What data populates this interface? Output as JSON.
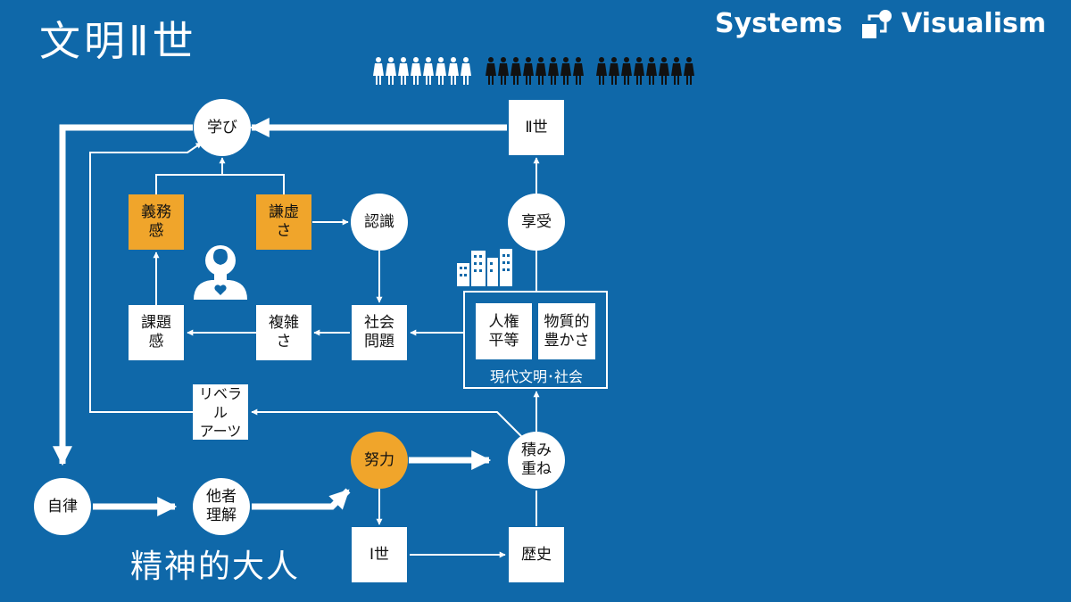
{
  "header": {
    "title": "文明Ⅱ世"
  },
  "brand": {
    "left": "Systems",
    "right": "Visualism"
  },
  "nodes": {
    "manabi": "学び",
    "nisei": "Ⅱ世",
    "gimukan": "義務\n感",
    "kenkyo": "謙虚\nさ",
    "ninshiki": "認識",
    "kyoju": "享受",
    "kadaikan": "課題\n感",
    "fukuzatsu": "複雑\nさ",
    "shakai_mondai": "社会\n問題",
    "jinken": "人権\n平等",
    "busshitsu": "物質的\n豊かさ",
    "liberal": "リベラル\nアーツ",
    "doryoku": "努力",
    "tsumikasane": "積み\n重ね",
    "jiritsu": "自律",
    "tasha": "他者\n理解",
    "issei": "Ⅰ世",
    "rekishi": "歴史"
  },
  "labels": {
    "modern_society": "現代文明･社会",
    "mature_adult": "精神的大人"
  },
  "icons": {
    "people_row": "people-row-icon",
    "head_heart": "head-heart-icon",
    "buildings": "buildings-icon",
    "logo_mark": "flow-logo-icon"
  },
  "colors": {
    "background": "#0f68a9",
    "node": "#ffffff",
    "accent": "#f0a52b",
    "silhouette": "#111111"
  }
}
